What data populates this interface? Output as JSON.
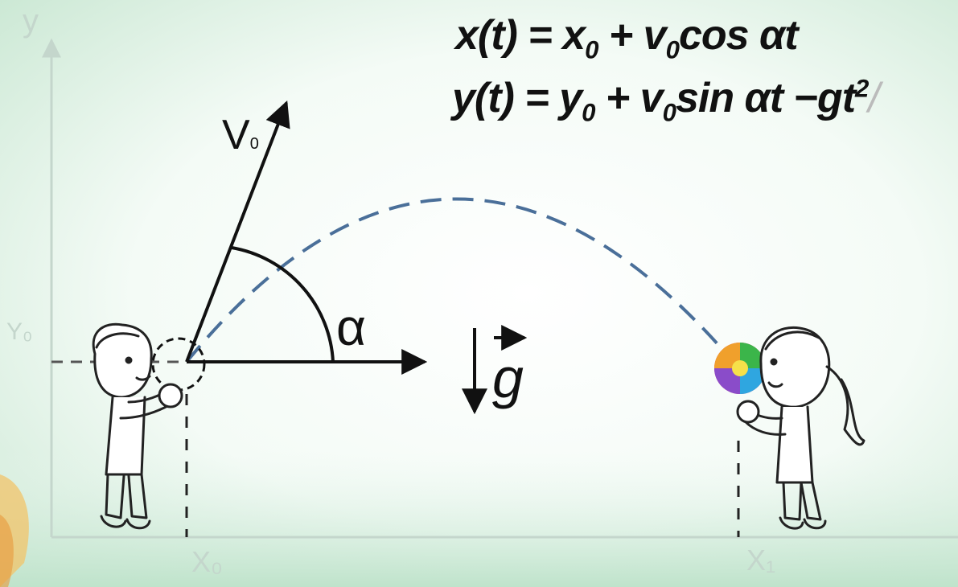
{
  "equations": {
    "x_eq": {
      "lhs": "x(t) = x",
      "x0_sub": "0",
      "plus_v": " + v",
      "v0_sub": "0",
      "rest": "cos αt"
    },
    "y_eq": {
      "lhs": "y(t) = y",
      "y0_sub": "0",
      "plus_v": " + v",
      "v0_sub": "0",
      "mid": "sin αt −gt",
      "exp": "2",
      "tail": "/"
    }
  },
  "labels": {
    "y_axis": "y",
    "y0": "Y₀",
    "x0": "X₀",
    "x1": "X₁",
    "v0_main": "V",
    "v0_sub": "0",
    "alpha": "α",
    "gravity": "g"
  },
  "colors": {
    "background_center": "#ffffff",
    "background_edge": "#cde9d6",
    "trajectory": "#4a6f99",
    "ink": "#111111",
    "axis_faint": "#c4d6cc"
  }
}
